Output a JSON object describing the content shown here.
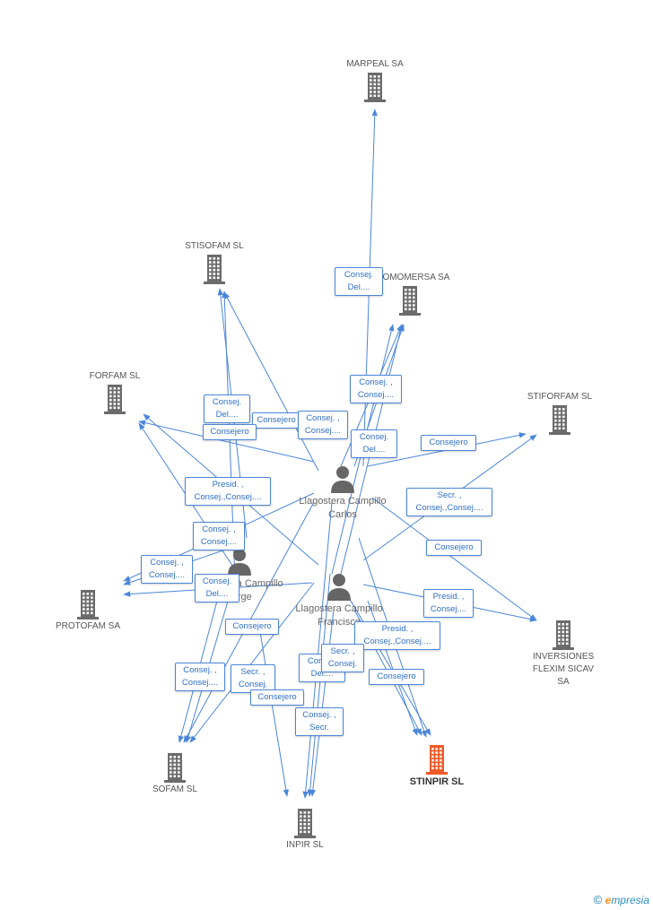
{
  "colors": {
    "edge": "#4a86d8",
    "building": "#6b6b6b",
    "highlight": "#f05a28",
    "person": "#666666"
  },
  "companies": [
    {
      "id": "marpeal",
      "name": "MARPEAL SA"
    },
    {
      "id": "stisofam",
      "name": "STISOFAM SL"
    },
    {
      "id": "promomersa",
      "name": "PROMOMERSA SA"
    },
    {
      "id": "forfam",
      "name": "FORFAM SL"
    },
    {
      "id": "stiforfam",
      "name": "STIFORFAM SL"
    },
    {
      "id": "protofam",
      "name": "PROTOFAM SA"
    },
    {
      "id": "inversiones",
      "name": "INVERSIONES FLEXIM SICAV SA"
    },
    {
      "id": "sofam",
      "name": "SOFAM SL"
    },
    {
      "id": "stinpir",
      "name": "STINPIR SL"
    },
    {
      "id": "inpir",
      "name": "INPIR SL"
    }
  ],
  "persons": [
    {
      "id": "carlos",
      "name": "Llagostera Campillo Carlos"
    },
    {
      "id": "jorge",
      "name": "Llagostera Campillo Jorge"
    },
    {
      "id": "francisco",
      "name": "Llagostera Campillo Francisco"
    }
  ],
  "edge_labels": [
    [
      "Consej.",
      "Del...."
    ],
    [
      "Consej. ,",
      "Consej...."
    ],
    [
      "Consej.",
      "Del...."
    ],
    [
      "Consejero"
    ],
    [
      "Consej. ,",
      "Consej...."
    ],
    [
      "Consejero"
    ],
    [
      "Consej.",
      "Del...."
    ],
    [
      "Consejero"
    ],
    [
      "Presid. ,",
      "Consej.,Consej...."
    ],
    [
      "Secr. ,",
      "Consej.,Consej...."
    ],
    [
      "Consej. ,",
      "Consej...."
    ],
    [
      "Consejero"
    ],
    [
      "Consej. ,",
      "Consej...."
    ],
    [
      "Consej.",
      "Del...."
    ],
    [
      "Presid. ,",
      "Consej...."
    ],
    [
      "Consejero"
    ],
    [
      "Presid. ,",
      "Consej.,Consej...."
    ],
    [
      "Consej. ,",
      "Consej...."
    ],
    [
      "Secr. ,",
      "Consej."
    ],
    [
      "Consej.",
      "Del...."
    ],
    [
      "Secr. ,",
      "Consej."
    ],
    [
      "Consejero"
    ],
    [
      "Consejero"
    ],
    [
      "Consej. ,",
      "Secr."
    ]
  ],
  "footer": {
    "copyright": "©",
    "brand_e": "e",
    "brand_rest": "mpresia"
  }
}
